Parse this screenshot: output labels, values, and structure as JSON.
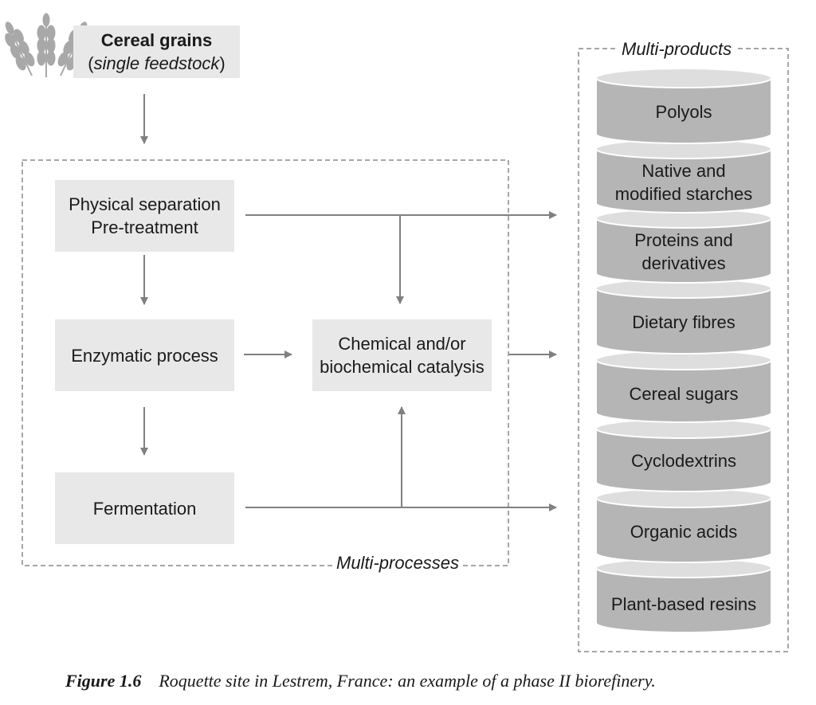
{
  "feedstock": {
    "title": "Cereal grains",
    "subtitle_open": "(",
    "subtitle": "single feedstock",
    "subtitle_close": ")"
  },
  "processes": {
    "label": "Multi-processes",
    "physical": [
      "Physical separation",
      "Pre-treatment"
    ],
    "enzymatic": "Enzymatic process",
    "fermentation": "Fermentation",
    "catalysis": [
      "Chemical and/or",
      "biochemical catalysis"
    ]
  },
  "products": {
    "label": "Multi-products",
    "items": [
      [
        "Polyols"
      ],
      [
        "Native and",
        "modified starches"
      ],
      [
        "Proteins and",
        "derivatives"
      ],
      [
        "Dietary fibres"
      ],
      [
        "Cereal sugars"
      ],
      [
        "Cyclodextrins"
      ],
      [
        "Organic acids"
      ],
      [
        "Plant-based resins"
      ]
    ]
  },
  "caption": {
    "figure_number": "Figure 1.6",
    "text": "Roquette site in Lestrem, France: an example of a phase II biorefinery."
  },
  "colors": {
    "box_fill": "#e8e8e8",
    "cylinder_fill": "#b5b5b5",
    "cylinder_top": "#dedede",
    "arrow": "#808080",
    "dash": "#888888"
  }
}
